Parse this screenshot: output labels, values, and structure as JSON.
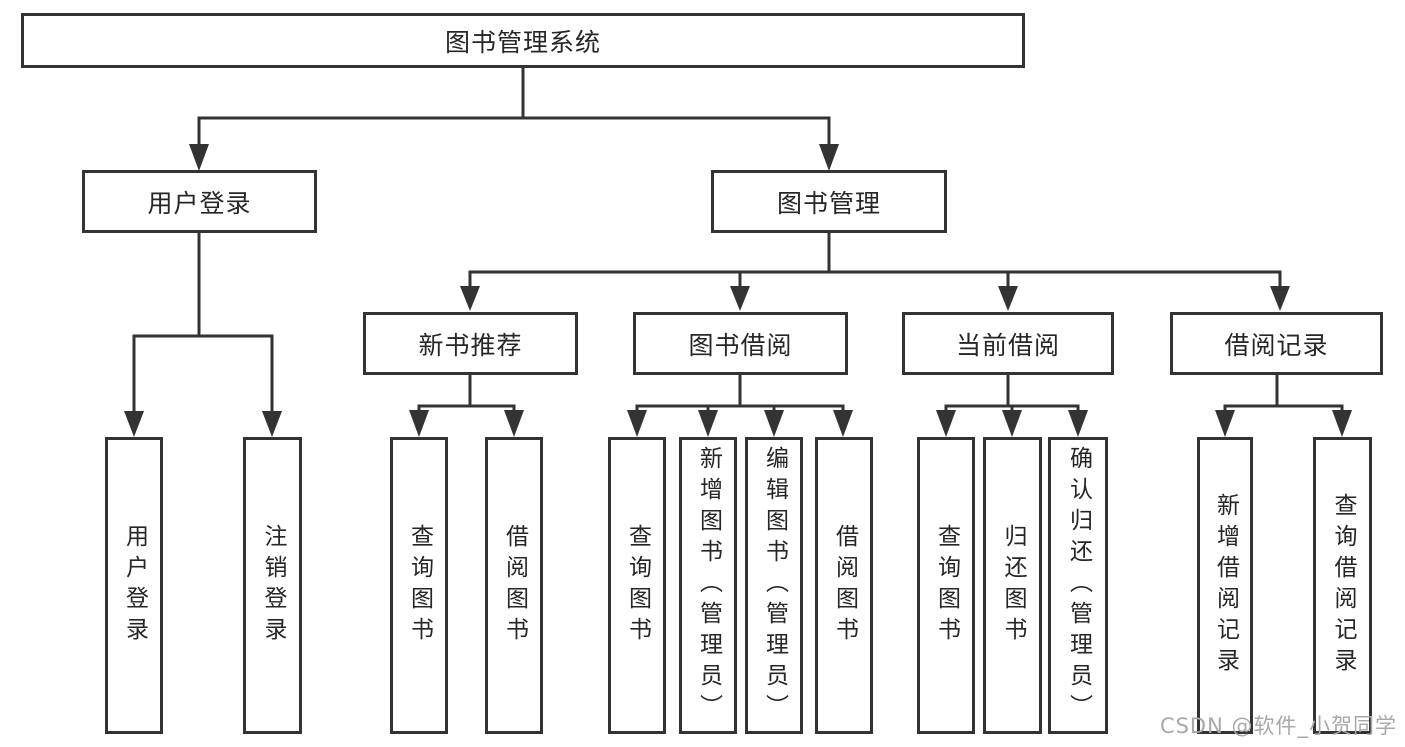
{
  "root": {
    "label": "图书管理系统"
  },
  "login": {
    "label": "用户登录",
    "children": [
      {
        "label": "用户登录"
      },
      {
        "label": "注销登录"
      }
    ]
  },
  "mgmt": {
    "label": "图书管理",
    "sections": [
      {
        "label": "新书推荐",
        "children": [
          {
            "label": "查询图书"
          },
          {
            "label": "借阅图书"
          }
        ]
      },
      {
        "label": "图书借阅",
        "children": [
          {
            "label": "查询图书"
          },
          {
            "label": "新增图书（管理员）"
          },
          {
            "label": "编辑图书（管理员）"
          },
          {
            "label": "借阅图书"
          }
        ]
      },
      {
        "label": "当前借阅",
        "children": [
          {
            "label": "查询图书"
          },
          {
            "label": "归还图书"
          },
          {
            "label": "确认归还（管理员）"
          }
        ]
      },
      {
        "label": "借阅记录",
        "children": [
          {
            "label": "新增借阅记录"
          },
          {
            "label": "查询借阅记录"
          }
        ]
      }
    ]
  },
  "watermark": {
    "text": "CSDN @软件_小贺同学"
  },
  "colors": {
    "line": "#333333",
    "text": "#262626",
    "watermark": "#a8a8a8",
    "background": "#ffffff"
  }
}
